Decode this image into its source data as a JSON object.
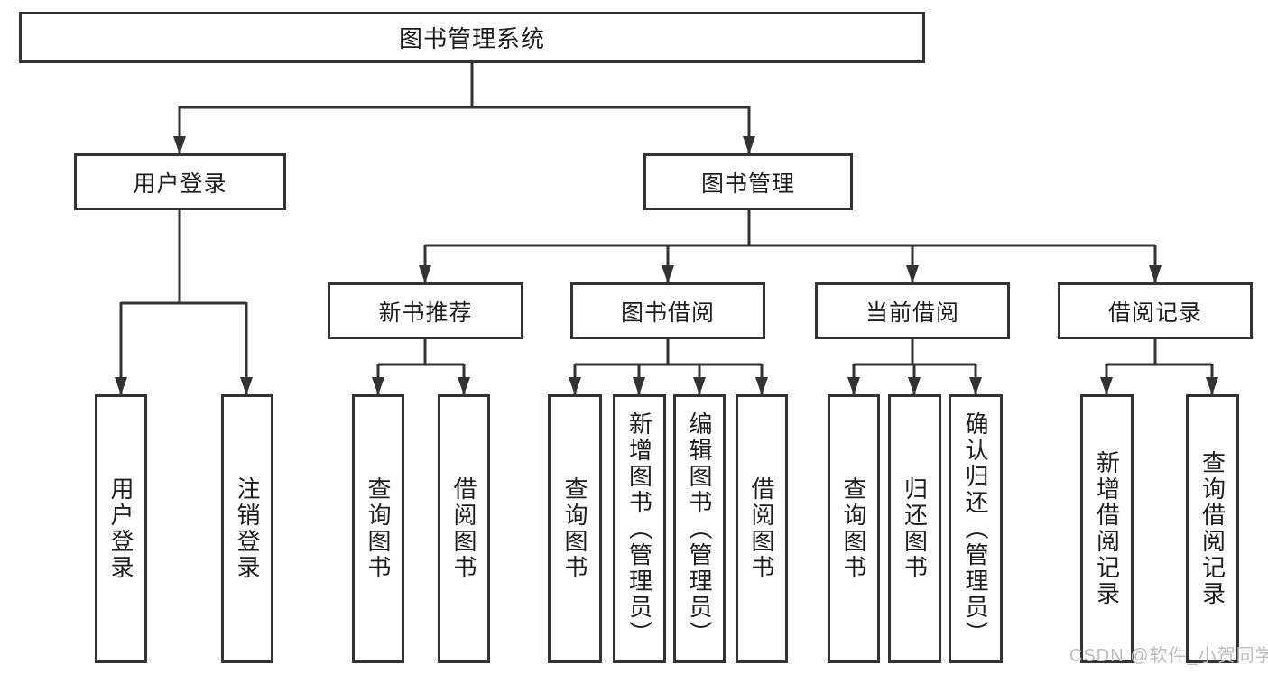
{
  "colors": {
    "line": "#333333",
    "text": "#1d1d1d",
    "background": "#ffffff",
    "watermark": "#bdbdbd"
  },
  "diagram": {
    "title": "图书管理系统",
    "root": {
      "label": "图书管理系统"
    },
    "level2": {
      "user_login": {
        "label": "用户登录"
      },
      "book_management": {
        "label": "图书管理"
      }
    },
    "level3": {
      "new_book_recommend": {
        "label": "新书推荐"
      },
      "book_borrow": {
        "label": "图书借阅"
      },
      "current_borrow": {
        "label": "当前借阅"
      },
      "borrow_records": {
        "label": "借阅记录"
      }
    },
    "leaves": [
      {
        "label": "用户登录"
      },
      {
        "label": "注销登录"
      },
      {
        "label": "查询图书"
      },
      {
        "label": "借阅图书"
      },
      {
        "label": "查询图书"
      },
      {
        "label": "新增图书（管理员）"
      },
      {
        "label": "编辑图书（管理员）"
      },
      {
        "label": "借阅图书"
      },
      {
        "label": "查询图书"
      },
      {
        "label": "归还图书"
      },
      {
        "label": "确认归还（管理员）"
      },
      {
        "label": "新增借阅记录"
      },
      {
        "label": "查询借阅记录"
      }
    ]
  },
  "watermark": {
    "text": "CSDN @软件_小贺同学"
  }
}
